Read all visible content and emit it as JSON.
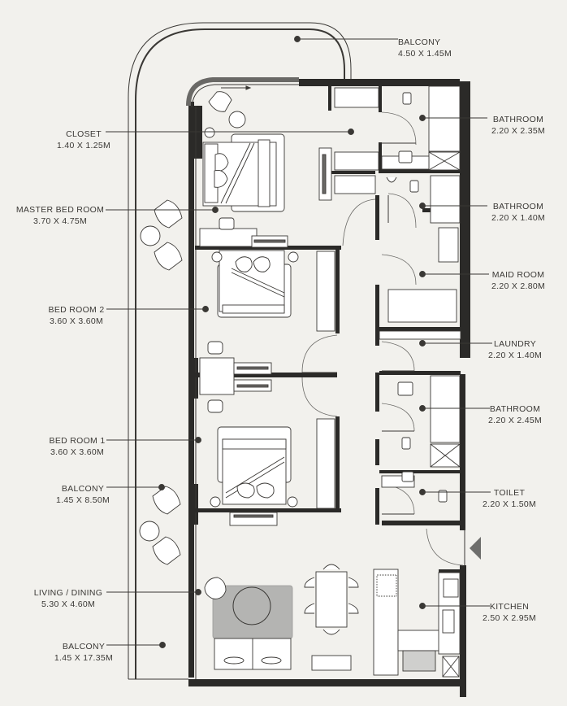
{
  "floorplan": {
    "colors": {
      "background": "#f2f1ed",
      "wall": "#2b2a28",
      "line": "#3a3835",
      "rug": "#b4b4b2",
      "furniture_fill": "#ffffff",
      "entry_marker": "#6e6e6c"
    },
    "rooms": [
      {
        "id": "balcony-top",
        "name": "BALCONY",
        "size": "4.50 X 1.45M",
        "side": "right"
      },
      {
        "id": "closet",
        "name": "CLOSET",
        "size": "1.40 X 1.25M",
        "side": "left"
      },
      {
        "id": "bathroom-1",
        "name": "BATHROOM",
        "size": "2.20 X 2.35M",
        "side": "right"
      },
      {
        "id": "master-bed-room",
        "name": "MASTER BED ROOM",
        "size": "3.70 X 4.75M",
        "side": "left"
      },
      {
        "id": "bathroom-2",
        "name": "BATHROOM",
        "size": "2.20 X 1.40M",
        "side": "right"
      },
      {
        "id": "maid-room",
        "name": "MAID ROOM",
        "size": "2.20 X 2.80M",
        "side": "right"
      },
      {
        "id": "bed-room-2",
        "name": "BED ROOM 2",
        "size": "3.60 X 3.60M",
        "side": "left"
      },
      {
        "id": "laundry",
        "name": "LAUNDRY",
        "size": "2.20 X 1.40M",
        "side": "right"
      },
      {
        "id": "bathroom-3",
        "name": "BATHROOM",
        "size": "2.20 X 2.45M",
        "side": "right"
      },
      {
        "id": "bed-room-1",
        "name": "BED ROOM 1",
        "size": "3.60 X 3.60M",
        "side": "left"
      },
      {
        "id": "balcony-mid",
        "name": "BALCONY",
        "size": "1.45 X 8.50M",
        "side": "left"
      },
      {
        "id": "toilet",
        "name": "TOILET",
        "size": "2.20 X 1.50M",
        "side": "right"
      },
      {
        "id": "living-dining",
        "name": "LIVING / DINING",
        "size": "5.30 X 4.60M",
        "side": "left"
      },
      {
        "id": "kitchen",
        "name": "KITCHEN",
        "size": "2.50 X 2.95M",
        "side": "right"
      },
      {
        "id": "balcony-bottom",
        "name": "BALCONY",
        "size": "1.45 X 17.35M",
        "side": "left"
      }
    ]
  }
}
